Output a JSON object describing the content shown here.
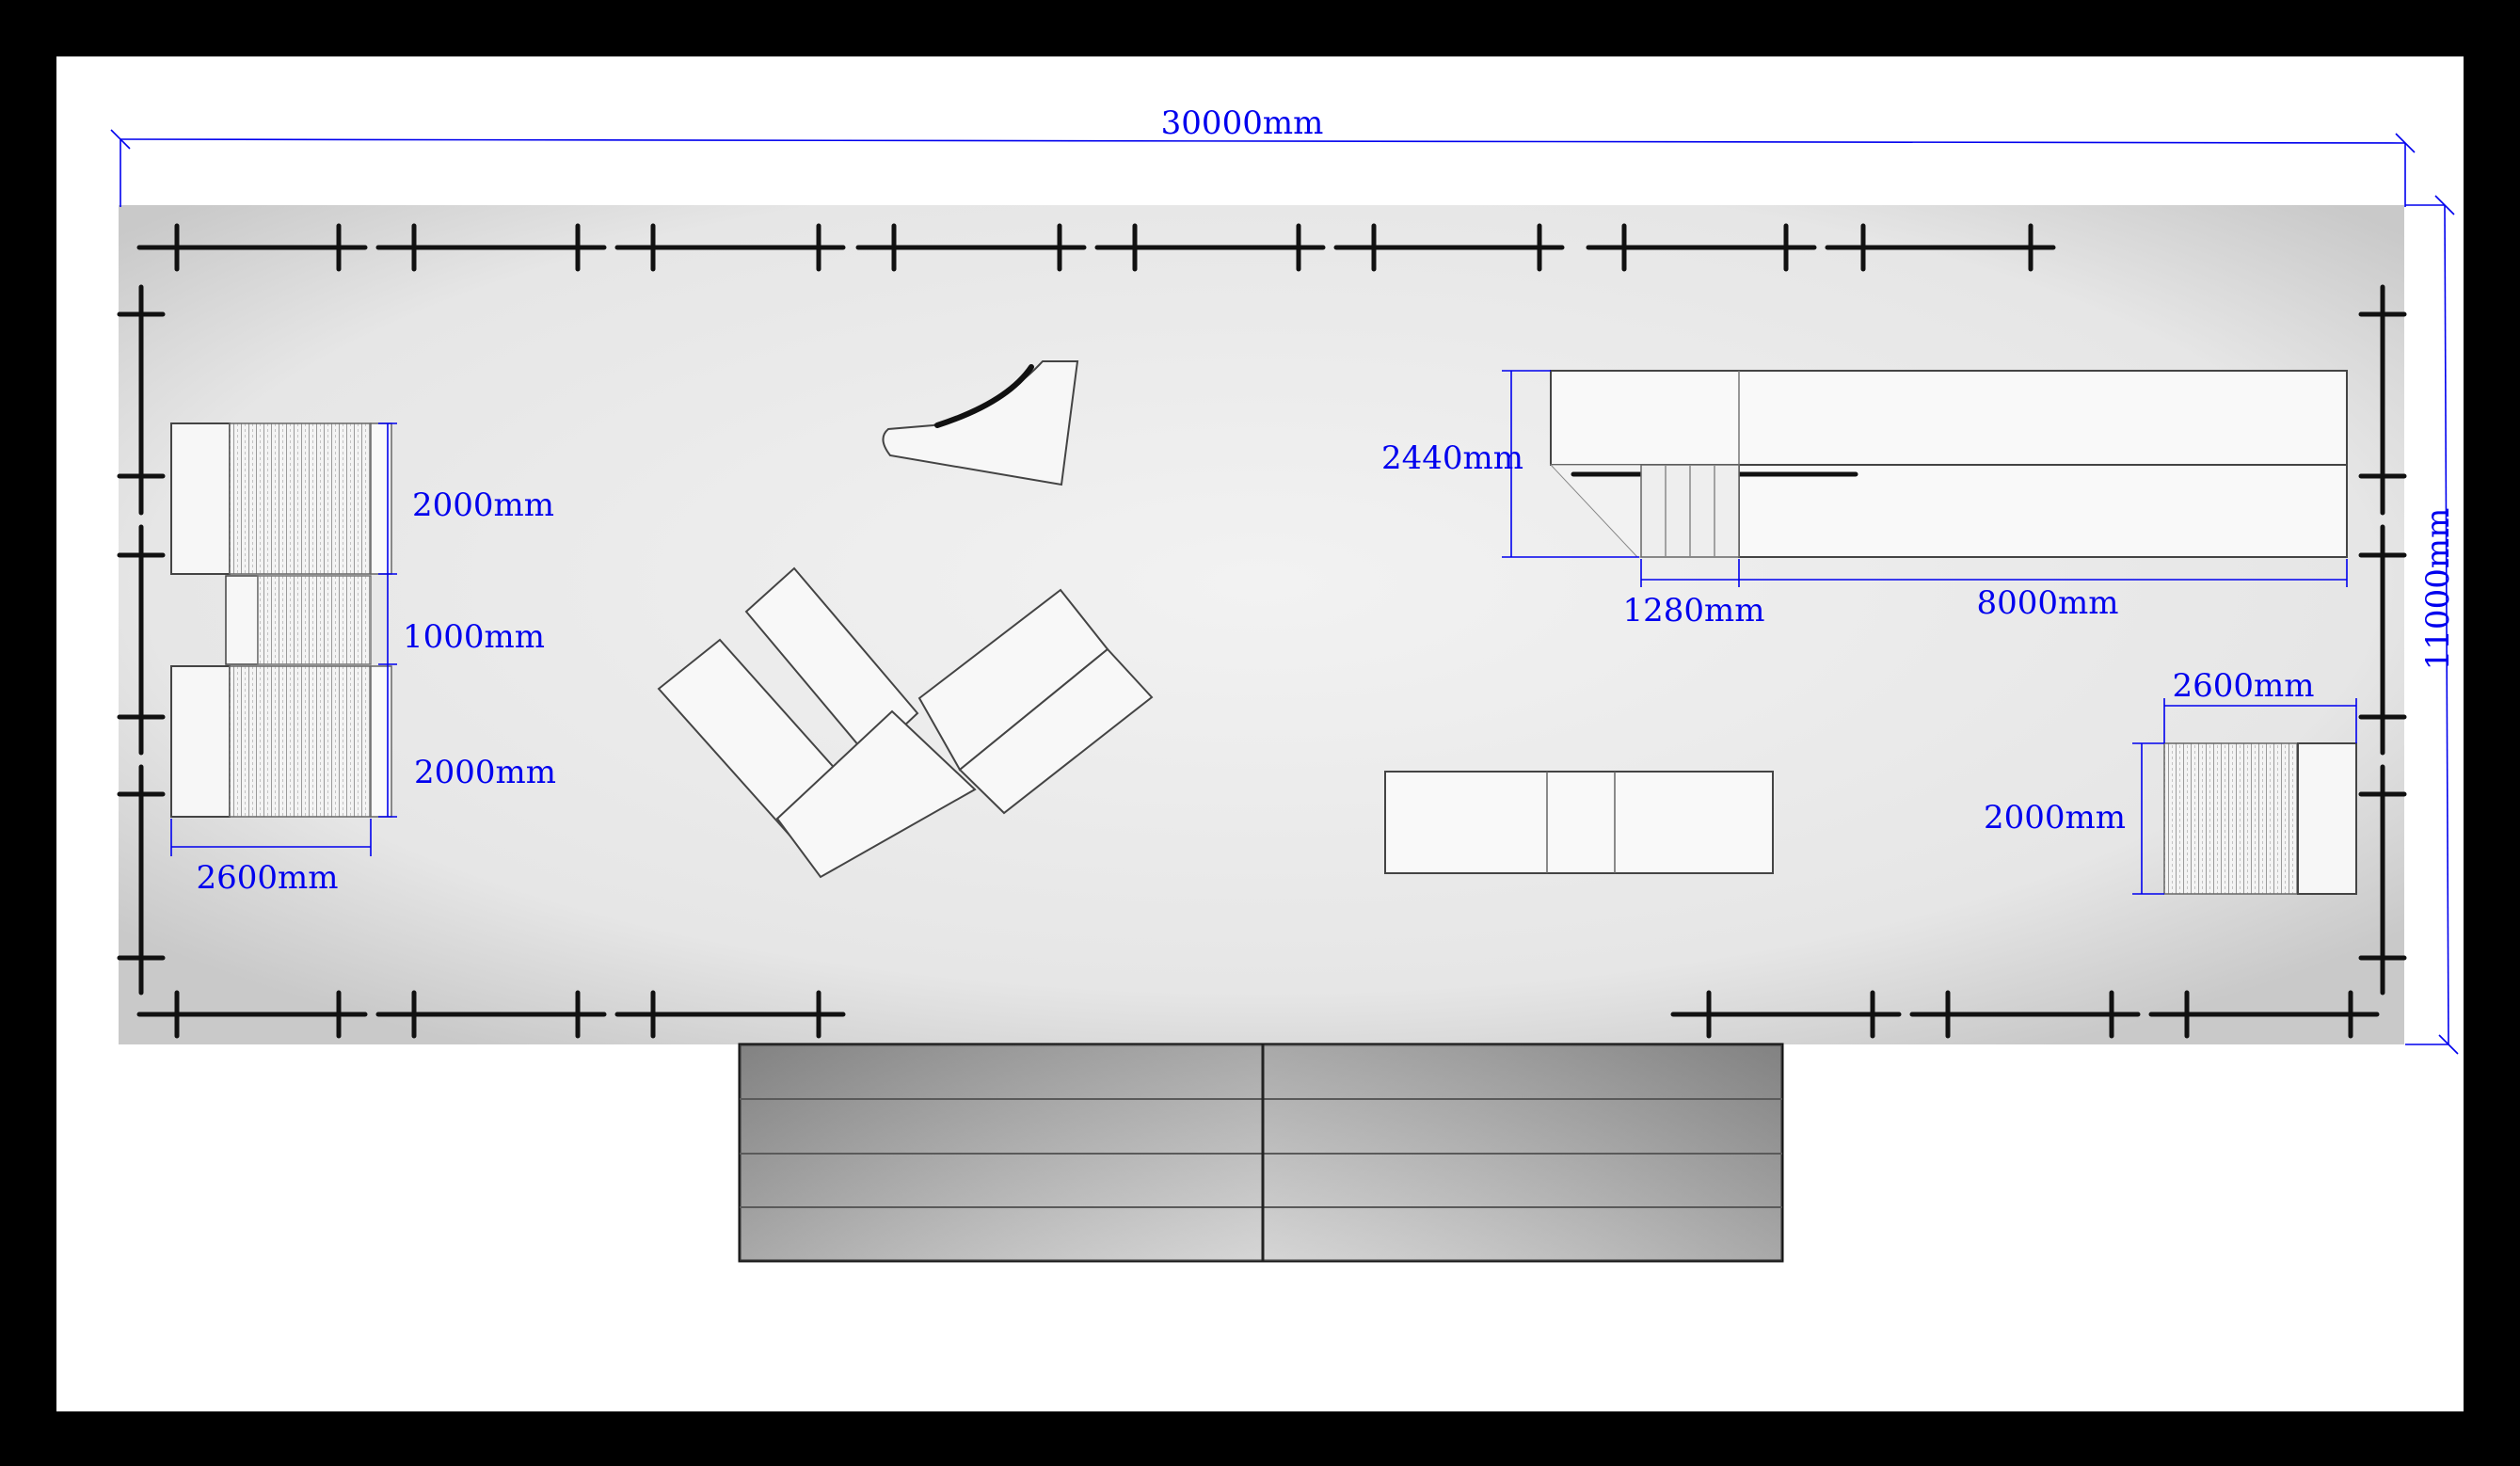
{
  "colors": {
    "frame": "#000000",
    "paper": "#ffffff",
    "floor": "#ebebeb",
    "dimension": "#0000ee",
    "truss": "#111111",
    "stairs": "#9a9a9a"
  },
  "dimensions": {
    "overall_width": "30000mm",
    "overall_depth": "11000mm",
    "left_sofa_top_height": "2000mm",
    "left_gap_height": "1000mm",
    "left_sofa_bottom_height": "2000mm",
    "left_sofa_width": "2600mm",
    "counter_depth": "2440mm",
    "counter_step_width": "1280mm",
    "counter_length": "8000mm",
    "right_sofa_width": "2600mm",
    "right_sofa_height": "2000mm"
  },
  "icons": {
    "truss": "truss-segment-icon",
    "stairs": "entrance-stairs-icon",
    "seating": "sofa-icon",
    "table": "table-icon"
  }
}
